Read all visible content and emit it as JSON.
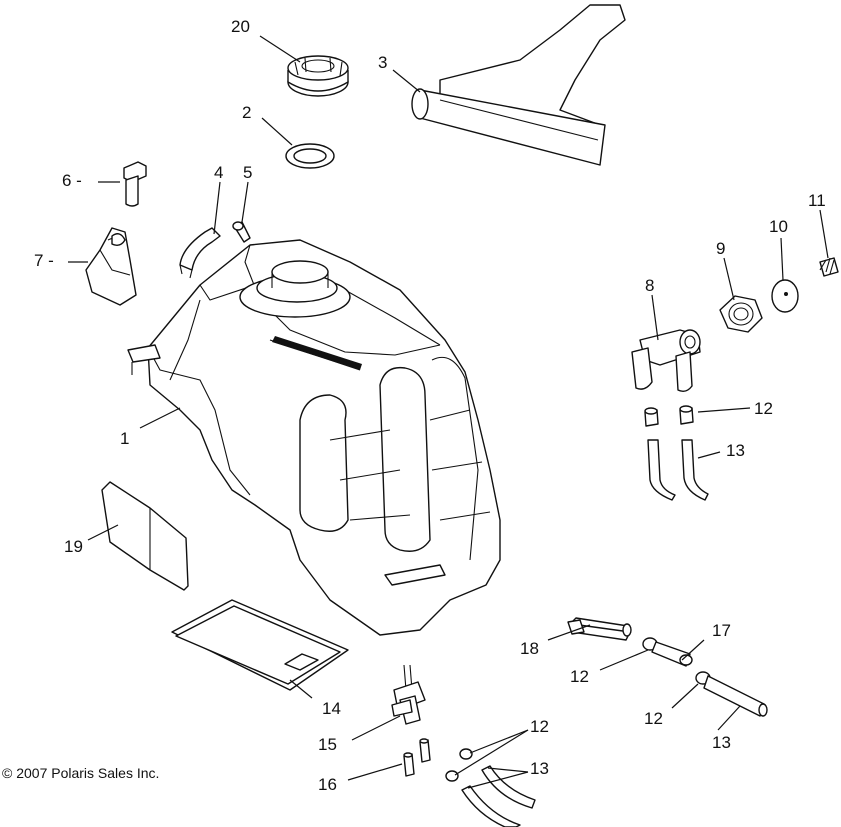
{
  "diagram": {
    "copyright": "© 2007 Polaris Sales Inc.",
    "callouts": [
      "20",
      "3",
      "2",
      "6 -",
      "4",
      "5",
      "7 -",
      "11",
      "10",
      "9",
      "8",
      "1",
      "12",
      "13",
      "19",
      "18",
      "17",
      "12",
      "12",
      "13",
      "14",
      "15",
      "12",
      "16",
      "13"
    ]
  }
}
